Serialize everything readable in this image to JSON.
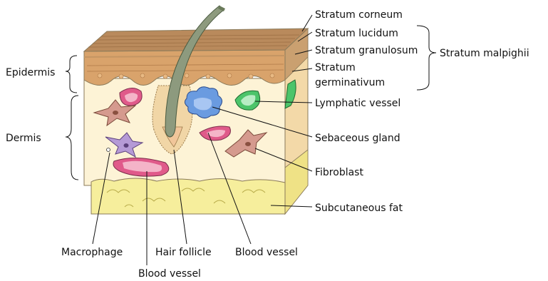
{
  "labels": {
    "stratum_corneum": "Stratum corneum",
    "stratum_lucidum": "Stratum lucidum",
    "stratum_granulosum": "Stratum granulosum",
    "stratum_germinativum_1": "Stratum",
    "stratum_germinativum_2": "germinativum",
    "stratum_malpighii": "Stratum malpighii",
    "epidermis": "Epidermis",
    "dermis": "Dermis",
    "lymphatic_vessel": "Lymphatic vessel",
    "sebaceous_gland": "Sebaceous gland",
    "fibroblast": "Fibroblast",
    "subcutaneous_fat": "Subcutaneous fat",
    "macrophage": "Macrophage",
    "hair_follicle": "Hair follicle",
    "blood_vessel_right": "Blood vessel",
    "blood_vessel_bottom": "Blood vessel"
  },
  "colors": {
    "dermis": "#fdf3d6",
    "epidermis": "#d9a36b",
    "corneum": "#b98a5c",
    "fat": "#f6ee9c",
    "blood_vessel": "#e05a8a",
    "lymphatic": "#4cc46a",
    "sebaceous": "#6a9be0",
    "fibroblast": "#d59a8e",
    "macrophage": "#b59ad6",
    "hair": "#8d9a7e"
  }
}
